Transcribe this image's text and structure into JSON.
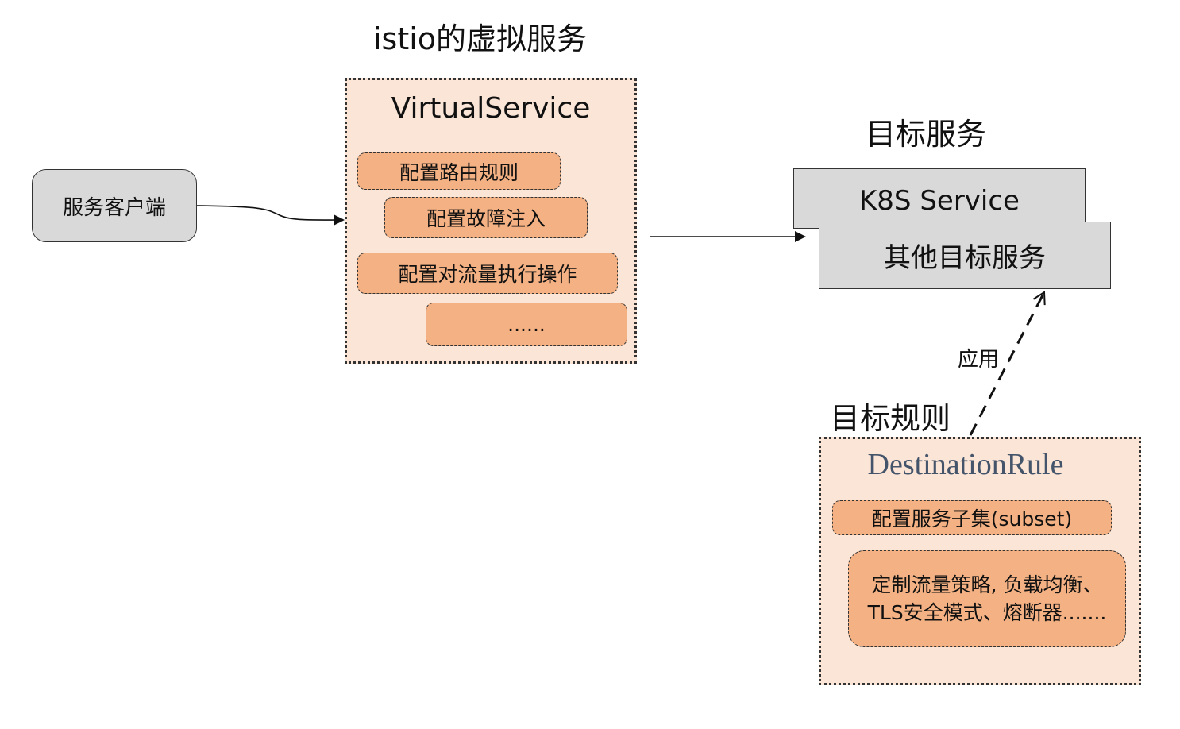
{
  "virtual_service": {
    "title": "istio的虚拟服务",
    "name": "VirtualService",
    "items": [
      "配置路由规则",
      "配置故障注入",
      "配置对流量执行操作",
      "......"
    ]
  },
  "client": {
    "label": "服务客户端"
  },
  "target": {
    "title": "目标服务",
    "k8s_label": "K8S Service",
    "other_label": "其他目标服务"
  },
  "destination_rule": {
    "title": "目标规则",
    "name": "DestinationRule",
    "subset_label": "配置服务子集(subset)",
    "policy_label": "定制流量策略, 负载均衡、TLS安全模式、熔断器......."
  },
  "edges": {
    "apply_label": "应用"
  }
}
